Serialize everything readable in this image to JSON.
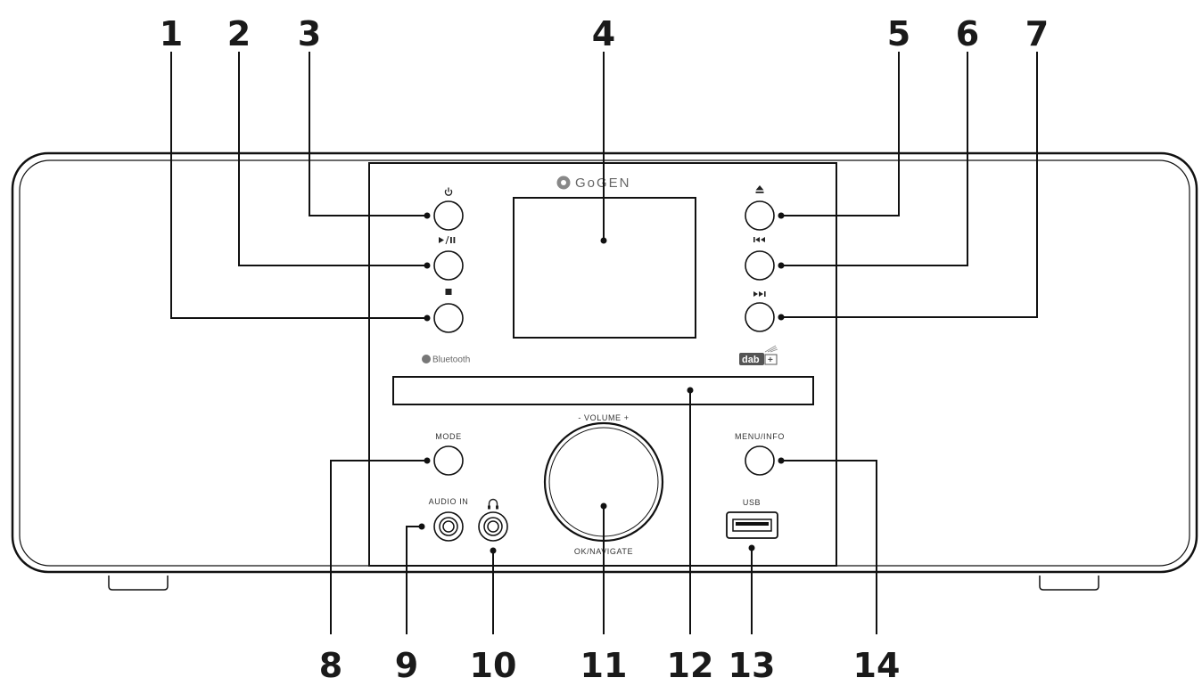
{
  "callouts": [
    "1",
    "2",
    "3",
    "4",
    "5",
    "6",
    "7",
    "8",
    "9",
    "10",
    "11",
    "12",
    "13",
    "14"
  ],
  "brand": {
    "logo": "GoGEN"
  },
  "labels": {
    "bluetooth": "Bluetooth",
    "dab": "dab",
    "dab_plus": "+",
    "mode": "MODE",
    "audio_in": "AUDIO IN",
    "volume": "- VOLUME +",
    "ok_navigate": "OK/NAVIGATE",
    "menu_info": "MENU/INFO",
    "usb": "USB"
  },
  "icons": {
    "power": "power-icon",
    "play_pause": "play-pause-icon",
    "stop": "stop-icon",
    "eject": "eject-icon",
    "prev": "previous-track-icon",
    "next": "next-track-icon",
    "headphones": "headphones-icon"
  }
}
